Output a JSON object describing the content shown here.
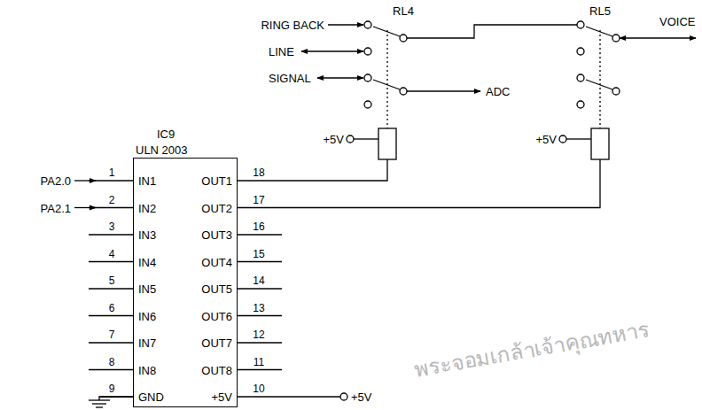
{
  "diagram": {
    "nodes": [
      {
        "text": [
          "IC9",
          "ULN 2003"
        ]
      }
    ],
    "labels": [
      "RING BACK",
      "LINE",
      "SIGNAL",
      "ADC",
      "RL4",
      "RL5",
      "VOICE",
      "+5V",
      "+5V",
      "PA2.0",
      "PA2.1",
      "1",
      "2",
      "3",
      "4",
      "5",
      "6",
      "7",
      "8",
      "9",
      "18",
      "17",
      "16",
      "15",
      "14",
      "13",
      "12",
      "11",
      "10",
      "IN1",
      "IN2",
      "IN3",
      "IN4",
      "IN5",
      "IN6",
      "IN7",
      "IN8",
      "GND",
      "OUT1",
      "OUT2",
      "OUT3",
      "OUT4",
      "OUT5",
      "OUT6",
      "OUT7",
      "OUT8",
      "+5V",
      "+5V",
      "พระจอมเกล้าเจ้าคุณทหาร"
    ]
  }
}
